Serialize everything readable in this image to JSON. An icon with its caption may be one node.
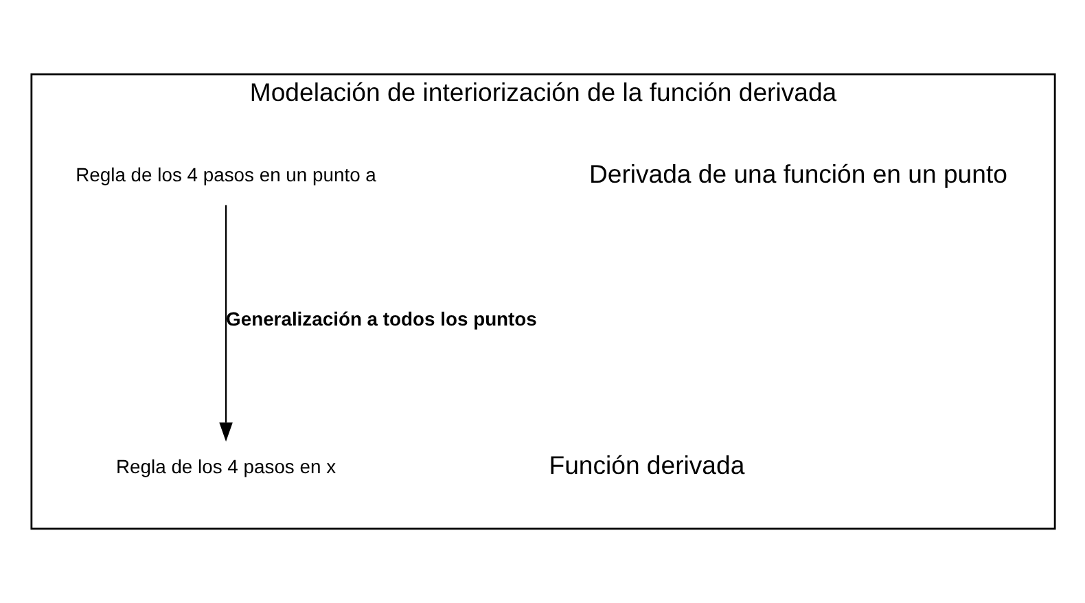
{
  "diagram": {
    "nodes": [
      {
        "text": [
          "Modelación de interiorización de la función derivada"
        ]
      },
      {
        "text": [
          "Regla de los 4 pasos en un punto a"
        ],
        "in": 0
      },
      {
        "text": [
          "Regla de los 4 pasos en x"
        ],
        "in": 0
      }
    ],
    "edges": [
      {
        "from": 1,
        "to": 2,
        "arrow": "to",
        "label": "Generalización a todos los puntos"
      }
    ],
    "labels": [
      "Derivada de una función en un punto",
      "Función derivada"
    ]
  }
}
